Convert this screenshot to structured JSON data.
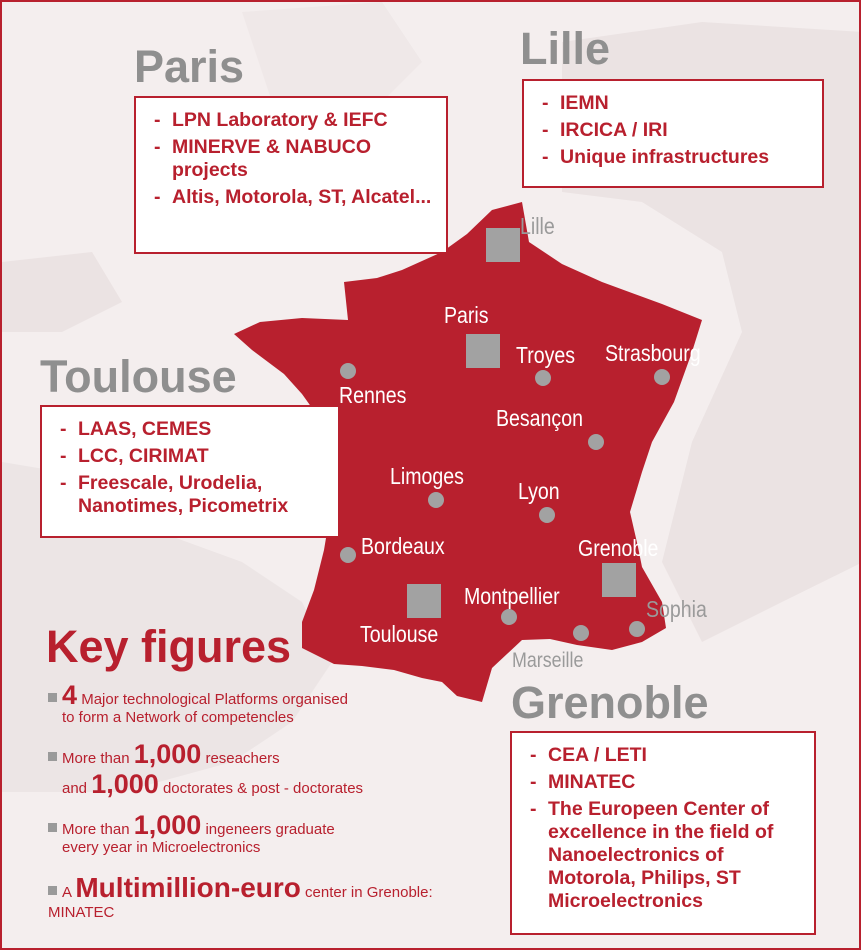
{
  "colors": {
    "accent": "#b8202e",
    "gray": "#8f8f8f",
    "country": "#b8202e"
  },
  "regions": {
    "paris": {
      "title": "Paris",
      "items": [
        "LPN Laboratory & IEFC",
        "MINERVE & NABUCO projects",
        "Altis, Motorola, ST, Alcatel..."
      ]
    },
    "lille": {
      "title": "Lille",
      "items": [
        "IEMN",
        "IRCICA / IRI",
        "Unique infrastructures"
      ]
    },
    "toulouse": {
      "title": "Toulouse",
      "items": [
        "LAAS, CEMES",
        "LCC, CIRIMAT",
        "Freescale, Urodelia, Nanotimes, Picometrix"
      ]
    },
    "grenoble": {
      "title": "Grenoble",
      "items": [
        "CEA / LETI",
        "MINATEC",
        "The Europeen Center of excellence in the field of Nanoelectronics of Motorola, Philips, ST Microelectronics"
      ]
    }
  },
  "map": {
    "cities": {
      "lille": "Lille",
      "paris": "Paris",
      "troyes": "Troyes",
      "strasbourg": "Strasbourg",
      "rennes": "Rennes",
      "besancon": "Besançon",
      "limoges": "Limoges",
      "lyon": "Lyon",
      "bordeaux": "Bordeaux",
      "grenoble": "Grenoble",
      "montpellier": "Montpellier",
      "sophia": "Sophia",
      "toulouse": "Toulouse",
      "marseille": "Marseille"
    }
  },
  "key_figures": {
    "title": "Key figures",
    "f1": {
      "num": "4",
      "text_a": " Major technological Platforms organised",
      "text_b": "to form a Network of competencles"
    },
    "f2": {
      "pre": "More than ",
      "num1": "1,000",
      "text_a": " reseachers",
      "pre2": "and ",
      "num2": "1,000",
      "text_b": " doctorates & post - doctorates"
    },
    "f3": {
      "pre": "More than ",
      "num": "1,000",
      "text_a": " ingeneers graduate",
      "text_b": "every year in Microelectronics"
    },
    "f4": {
      "pre": "A ",
      "big": "Multimillion-euro",
      "text_a": " center in Grenoble:",
      "text_b": "MINATEC"
    }
  }
}
